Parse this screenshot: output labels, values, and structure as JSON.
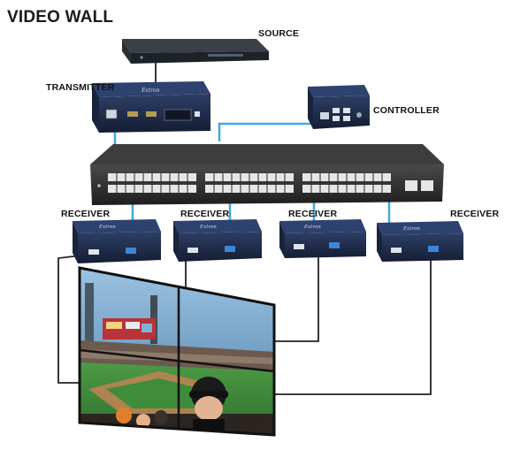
{
  "title": "VIDEO WALL",
  "labels": {
    "source": "SOURCE",
    "transmitter": "TRANSMITTER",
    "controller": "CONTROLLER",
    "receivers": [
      "RECEIVER",
      "RECEIVER",
      "RECEIVER",
      "RECEIVER"
    ]
  },
  "colors": {
    "device_body": "#1c2a4a",
    "switch_body": "#2a2a2a",
    "network_cable": "#3fa9e0",
    "video_cable": "#222222",
    "sky": "#6fa4cc",
    "field": "#3d8a3a",
    "dirt": "#b9764a"
  }
}
